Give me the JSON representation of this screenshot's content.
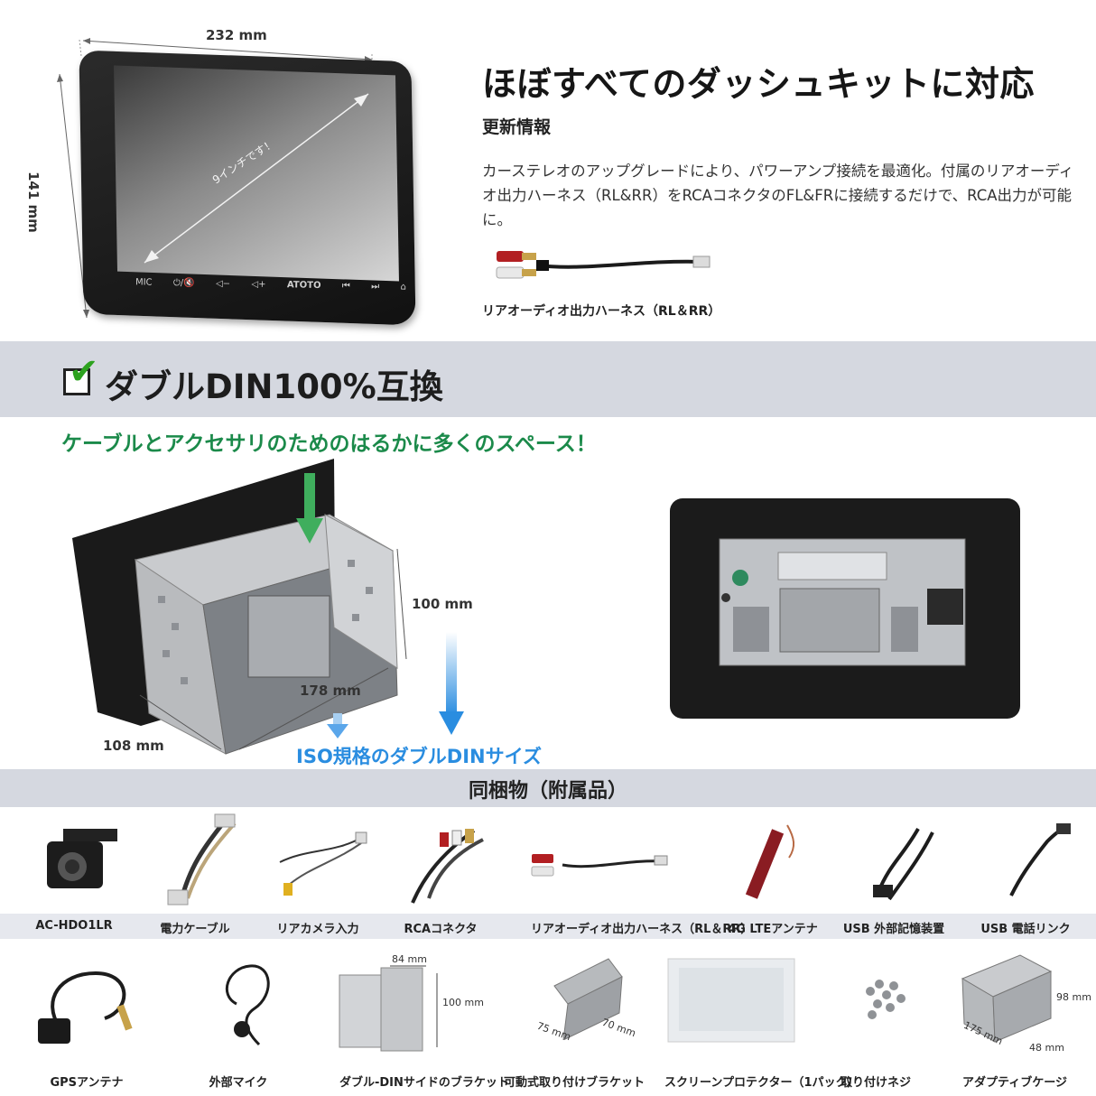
{
  "top": {
    "dims": {
      "width": "232 mm",
      "height": "141 mm"
    },
    "screen_label": "9インチです！",
    "bezel_buttons": [
      "MIC",
      "⏻/🔇",
      "◁−",
      "◁+",
      "ATOTO",
      "⏮",
      "⏭",
      "⌂"
    ],
    "title": "ほぼすべてのダッシュキットに対応",
    "subtitle": "更新情報",
    "description": "カーステレオのアップグレードにより、パワーアンプ接続を最適化。付属のリアオーディオ出力ハーネス（RL&RR）をRCAコネクタのFL&FRに接続するだけで、RCA出力が可能に。",
    "harness_label": "リアオーディオ出力ハーネス（RL＆RR）"
  },
  "banner": {
    "title": "ダブルDIN100%互換",
    "check": "✔"
  },
  "middle": {
    "tagline": "ケーブルとアクセサリのためのはるかに多くのスペース！",
    "dims": {
      "height": "100 mm",
      "depth": "178 mm",
      "width": "108 mm"
    },
    "iso_label": "ISO規格のダブルDINサイズ"
  },
  "accessories": {
    "title": "同梱物（附属品）",
    "row1": [
      "AC-HDO1LR",
      "電力ケーブル",
      "リアカメラ入力",
      "RCAコネクタ",
      "リアオーディオ出力ハーネス（RL＆RR）",
      "4G LTEアンテナ",
      "USB 外部記憶装置",
      "USB 電話リンク"
    ],
    "row2": [
      "GPSアンテナ",
      "外部マイク",
      "ダブル-DINサイドのブラケット",
      "可動式取り付けブラケット",
      "スクリーンプロテクター（1パック）",
      "取り付けネジ",
      "アダプティブケージ"
    ],
    "bracket_dims": {
      "w": "84 mm",
      "h": "100 mm"
    },
    "mount_dims": {
      "w": "75 mm",
      "h": "70 mm"
    },
    "cage_dims": {
      "h": "98 mm",
      "d": "175 mm",
      "w": "48 mm"
    }
  },
  "colors": {
    "banner_bg": "#d5d8e0",
    "green": "#1b8a4a",
    "check": "#2da21f",
    "blue": "#2a8de0"
  }
}
